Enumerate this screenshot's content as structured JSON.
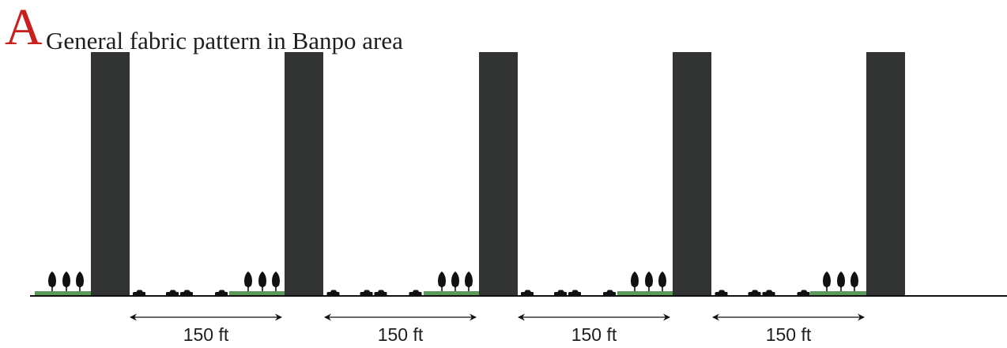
{
  "title": {
    "letter": "A",
    "text": "General fabric pattern in Banpo area"
  },
  "colors": {
    "building": "#323333",
    "green_strip": "#5a9a5a",
    "title_letter": "#c8201f",
    "ground": "#111111",
    "tree": "#111111",
    "car": "#111111"
  },
  "icons": {
    "tree": "tree-icon",
    "car": "car-icon",
    "arrow": "double-headed-arrow"
  },
  "buildings": [
    {
      "name": "building-1"
    },
    {
      "name": "building-2"
    },
    {
      "name": "building-3"
    },
    {
      "name": "building-4"
    },
    {
      "name": "building-5"
    }
  ],
  "spacings": [
    {
      "label": "150 ft"
    },
    {
      "label": "150 ft"
    },
    {
      "label": "150 ft"
    },
    {
      "label": "150 ft"
    }
  ]
}
